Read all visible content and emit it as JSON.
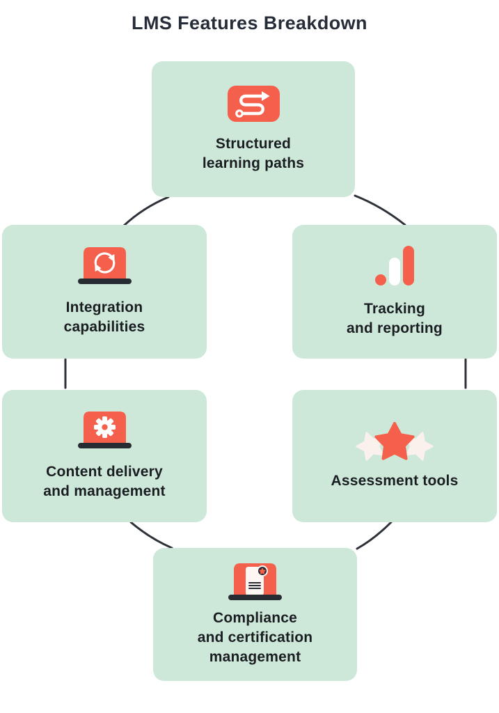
{
  "title": "LMS Features Breakdown",
  "colors": {
    "card_background": "#cde8d9",
    "accent_red": "#f5604c",
    "dark": "#272c33",
    "cream_white": "#faf1ec",
    "connector": "#2d3138"
  },
  "cards": [
    {
      "id": "structured-learning-paths",
      "icon": "winding-path-arrow-icon",
      "label": "Structured\nlearning paths"
    },
    {
      "id": "integration-capabilities",
      "icon": "laptop-sync-icon",
      "label": "Integration\ncapabilities"
    },
    {
      "id": "tracking-and-reporting",
      "icon": "bar-chart-icon",
      "label": "Tracking\nand reporting"
    },
    {
      "id": "content-delivery-management",
      "icon": "laptop-gear-icon",
      "label": "Content delivery\nand management"
    },
    {
      "id": "assessment-tools",
      "icon": "three-stars-icon",
      "label": "Assessment tools"
    },
    {
      "id": "compliance-certification",
      "icon": "laptop-certificate-icon",
      "label": "Compliance\nand certification\nmanagement"
    }
  ]
}
